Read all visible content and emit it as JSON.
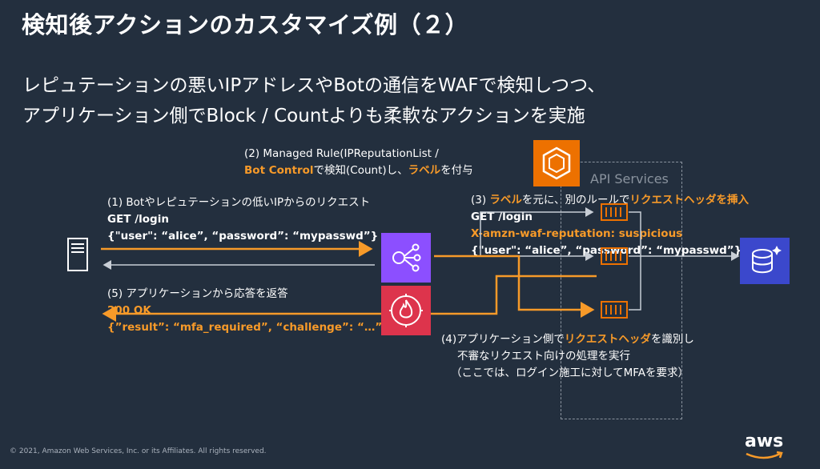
{
  "title": "検知後アクションのカスタマイズ例（２）",
  "subtitle": {
    "line1": "レピュテーションの悪いIPアドレスやBotの通信をWAFで検知しつつ、",
    "line2": "アプリケーション側でBlock / Countよりも柔軟なアクションを実施"
  },
  "step2": {
    "line1": "(2) Managed Rule(IPReputationList /",
    "bot_control": "Bot Control",
    "mid": "で検知(Count)し、",
    "label": "ラベル",
    "end": "を付与"
  },
  "step1": {
    "line1": "(1) Botやレピュテーションの低いIPからのリクエスト",
    "line2": "GET /login",
    "line3": "{\"user\": “alice”, “password”: “mypasswd”}"
  },
  "step3": {
    "prefix": "(3) ",
    "label": "ラベル",
    "mid": "を元に、別のルールで",
    "insert": "リクエストヘッダを挿入",
    "line2": "GET /login",
    "line3": "X-amzn-waf-reputation: suspicious",
    "line4": "{\"user\": “alice”, “password”: “mypasswd”}"
  },
  "step5": {
    "line1": "(5) アプリケーションから応答を返答",
    "line2": "200 OK",
    "line3": "{”result”: “mfa_required”, “challenge”: “…”}"
  },
  "step4": {
    "prefix": "(4)アプリケーション側で",
    "header": "リクエストヘッダ",
    "suffix": "を識別し",
    "line2": "不審なリクエスト向けの処理を実行",
    "line3": "（ここでは、ログイン施工に対してMFAを要求）"
  },
  "api_services": "API Services",
  "footer": "© 2021, Amazon Web Services, Inc. or its Affiliates. All rights reserved.",
  "aws_logo": "aws",
  "icons": [
    "server-icon",
    "waf-icon",
    "shield-fire-icon",
    "ecs-icon",
    "container-icon",
    "database-icon"
  ],
  "colors": {
    "background": "#232f3e",
    "accent": "#f79a29",
    "waf": "#8c4fff",
    "firewall": "#dd344c",
    "compute": "#ed7100",
    "database": "#3b48cc"
  }
}
